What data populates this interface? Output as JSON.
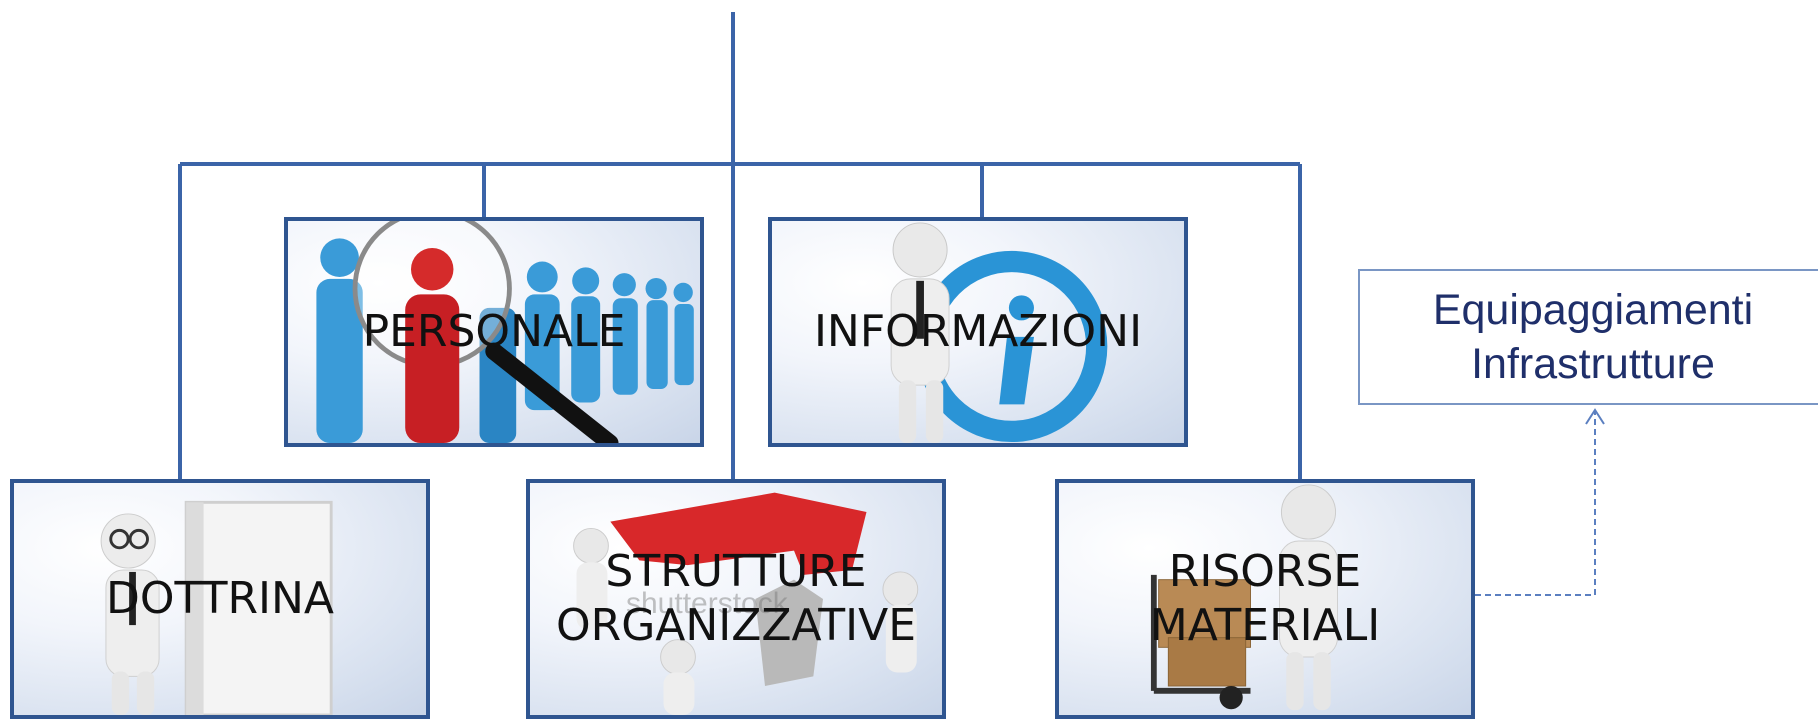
{
  "diagram": {
    "boxes": {
      "personale": "PERSONALE",
      "informazioni": "INFORMAZIONI",
      "dottrina": "DOTTRINA",
      "strutture": "STRUTTURE\nORGANIZZATIVE",
      "risorse": "RISORSE\nMATERIALI"
    },
    "equipment": {
      "line1": "Equipaggiamenti",
      "line2": "Infrastrutture"
    },
    "watermark": "shutterstock"
  },
  "colors": {
    "connector": "#3b64a8",
    "box_border": "#2f5590",
    "equip_text": "#1f2f6a",
    "dashed_link": "#5b7fc0"
  }
}
